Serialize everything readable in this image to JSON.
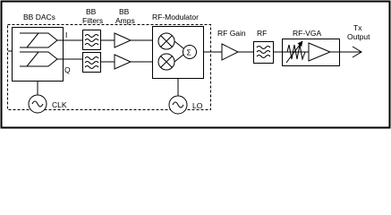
{
  "blocks": {
    "dacs": "BB DACs",
    "filters_line1": "BB",
    "filters_line2": "Filters",
    "amps_line1": "BB",
    "amps_line2": "Amps",
    "modulator": "RF-Modulator",
    "rf_gain": "RF Gain",
    "rf_filter": "RF",
    "vga": "RF-VGA",
    "output_line1": "Tx",
    "output_line2": "Output"
  },
  "signals": {
    "i": "I",
    "q": "Q",
    "clk": "CLK",
    "lo": "LO",
    "sum": "Σ"
  }
}
